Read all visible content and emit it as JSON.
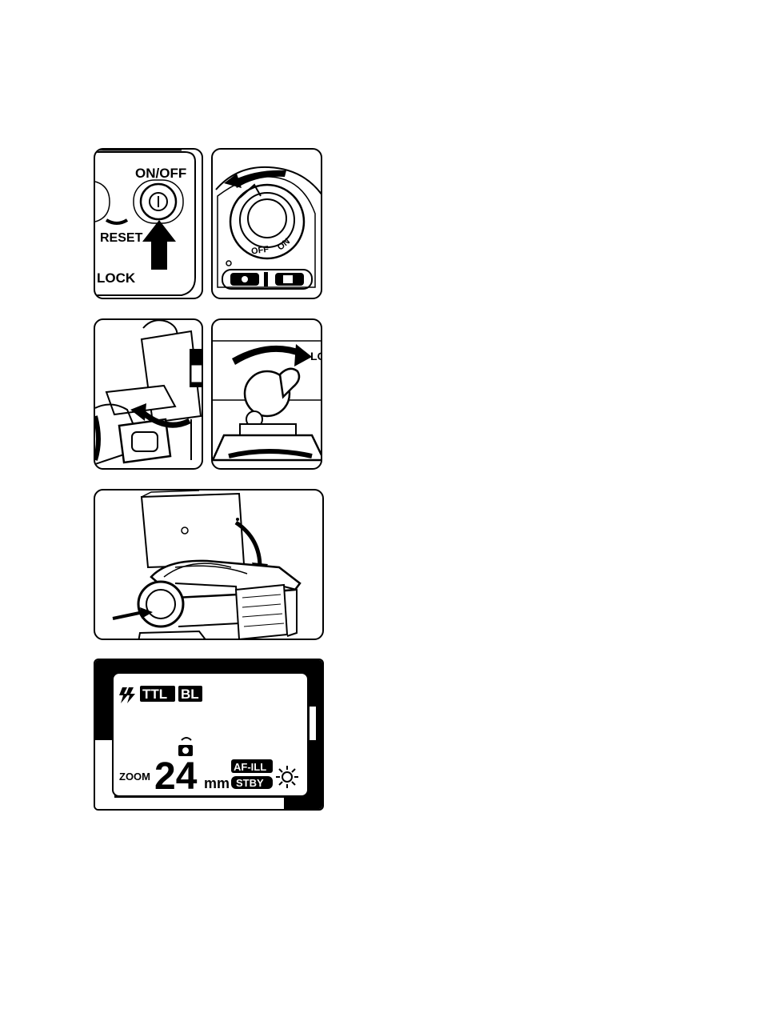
{
  "fig1": {
    "power_label": "ON/OFF",
    "reset_label": "RESET",
    "lock_label": "LOCK"
  },
  "fig2": {
    "off_label": "OFF",
    "on_label": "ON"
  },
  "fig4": {
    "lock_partial_label": "LO"
  },
  "lcd": {
    "ttl_badge": "TTL",
    "bl_badge": "BL",
    "zoom_label": "ZOOM",
    "zoom_value": "24",
    "zoom_unit": "mm",
    "af_ill_badge": "AF-ILL",
    "stby_badge": "STBY"
  },
  "icons": [
    "flash-bolt-icon",
    "camera-icon",
    "sun-icon",
    "arrow-icon"
  ]
}
